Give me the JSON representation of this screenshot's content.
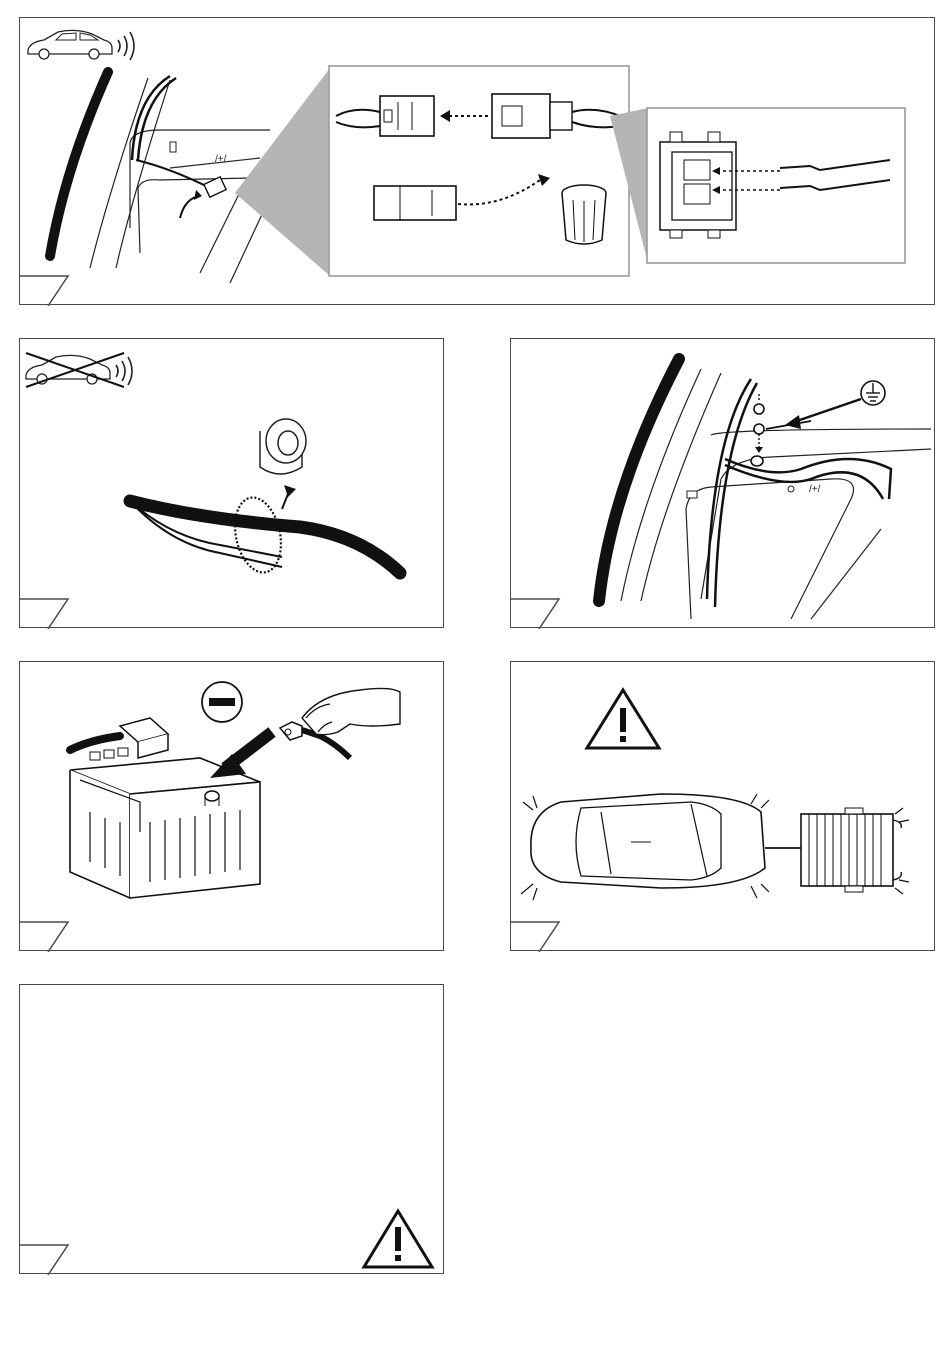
{
  "document": {
    "panels": [
      {
        "id": "panel-1",
        "step_number": "",
        "icons": [
          "car-with-signal-icon"
        ],
        "description_visible": false
      },
      {
        "id": "panel-2",
        "step_number": "",
        "icons": [
          "car-signal-crossed-icon",
          "insulating-tape-icon"
        ],
        "description_visible": false
      },
      {
        "id": "panel-3",
        "step_number": "",
        "icons": [
          "ground-symbol-icon"
        ],
        "description_visible": false
      },
      {
        "id": "panel-4",
        "step_number": "",
        "icons": [
          "minus-battery-terminal-icon"
        ],
        "description_visible": false
      },
      {
        "id": "panel-5",
        "step_number": "",
        "icons": [
          "warning-triangle-icon",
          "car-and-trailer-icon"
        ],
        "description_visible": false
      },
      {
        "id": "panel-6",
        "step_number": "",
        "icons": [
          "warning-triangle-icon"
        ],
        "description_visible": false
      }
    ],
    "labels": {
      "fuse_mark": "/+/"
    },
    "colors": {
      "line": "#1a1a1a",
      "frame": "#4a4a4a",
      "callout_fill": "#b5b5b5"
    }
  }
}
